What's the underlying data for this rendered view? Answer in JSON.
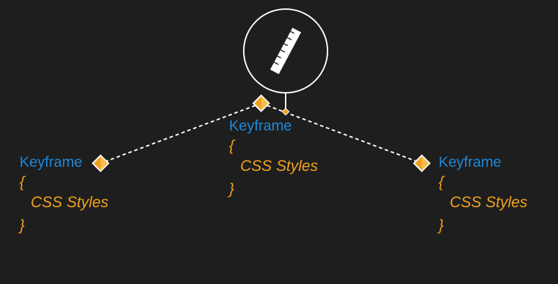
{
  "accent_colors": {
    "keyframe_label": "#1e88d6",
    "css_text": "#f0a11c",
    "diamond": "#f0a11c",
    "lines": "#ffffff",
    "background": "#1e1e1e"
  },
  "tool_icon": "ruler-icon",
  "keyframes": [
    {
      "label": "Keyframe",
      "open_brace": "{",
      "content": "CSS Styles",
      "close_brace": "}"
    },
    {
      "label": "Keyframe",
      "open_brace": "{",
      "content": "CSS Styles",
      "close_brace": "}"
    },
    {
      "label": "Keyframe",
      "open_brace": "{",
      "content": "CSS Styles",
      "close_brace": "}"
    }
  ]
}
